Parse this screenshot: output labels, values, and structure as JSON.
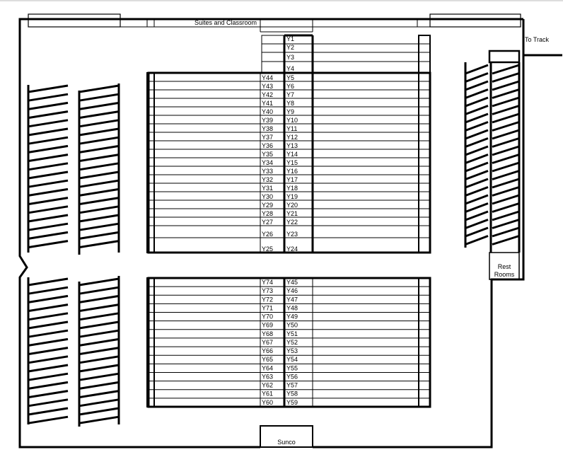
{
  "labels": {
    "suites": "Suites and Classroom",
    "to_track": "To Track",
    "rest_rooms_line1": "Rest",
    "rest_rooms_line2": "Rooms",
    "sunco": "Sunco"
  },
  "rows": {
    "upper_left": [
      "Y44",
      "Y43",
      "Y42",
      "Y41",
      "Y40",
      "Y39",
      "Y38",
      "Y37",
      "Y36",
      "Y35",
      "Y34",
      "Y33",
      "Y32",
      "Y31",
      "Y30",
      "Y29",
      "Y28",
      "Y27",
      "Y26",
      "Y25"
    ],
    "upper_right": [
      "Y1",
      "Y2",
      "Y3",
      "Y4",
      "Y5",
      "Y6",
      "Y7",
      "Y8",
      "Y9",
      "Y10",
      "Y11",
      "Y12",
      "Y13",
      "Y14",
      "Y15",
      "Y16",
      "Y17",
      "Y18",
      "Y19",
      "Y20",
      "Y21",
      "Y22",
      "Y23",
      "Y24"
    ],
    "lower_left": [
      "Y74",
      "Y73",
      "Y72",
      "Y71",
      "Y70",
      "Y69",
      "Y68",
      "Y67",
      "Y66",
      "Y65",
      "Y64",
      "Y63",
      "Y62",
      "Y61",
      "Y60"
    ],
    "lower_right": [
      "Y45",
      "Y46",
      "Y47",
      "Y48",
      "Y49",
      "Y50",
      "Y51",
      "Y52",
      "Y53",
      "Y54",
      "Y55",
      "Y56",
      "Y57",
      "Y58",
      "Y59"
    ]
  }
}
